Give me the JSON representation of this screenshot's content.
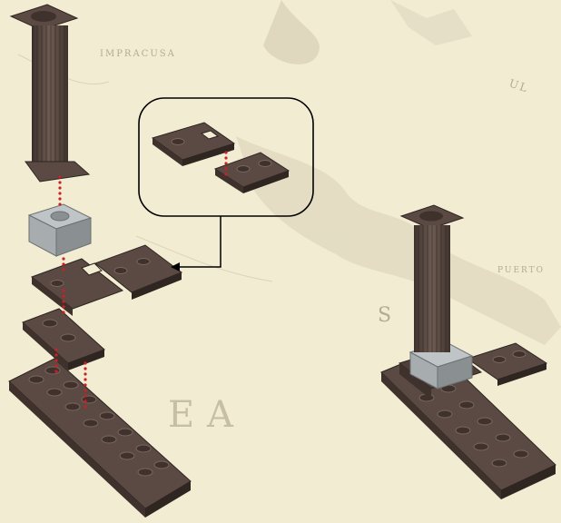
{
  "background": {
    "color": "#f2ecd2",
    "map_labels": [
      "IMPRACUSA",
      "UL",
      "PUERTO",
      "S",
      "E",
      "A"
    ]
  },
  "colors": {
    "brick_brown": "#5a4a43",
    "brick_brown_dark": "#3f322d",
    "brick_brown_light": "#7a675e",
    "brick_gray": "#a7acae",
    "connector_dots": "#cc1f27",
    "callout_line": "#000000"
  },
  "steps": [
    {
      "name": "exploded-assembly",
      "parts": [
        "brown-column",
        "gray-2x2-brick",
        "brown-plate-with-hole",
        "brown-2x2-plate",
        "brown-base-plate"
      ]
    },
    {
      "name": "finished-assembly",
      "parts": [
        "brown-column",
        "gray-2x2-brick",
        "brown-side-plate",
        "brown-base-plate"
      ]
    }
  ],
  "callout": {
    "parts": [
      "brown-plate-with-hole",
      "brown-1x2-plate"
    ]
  }
}
